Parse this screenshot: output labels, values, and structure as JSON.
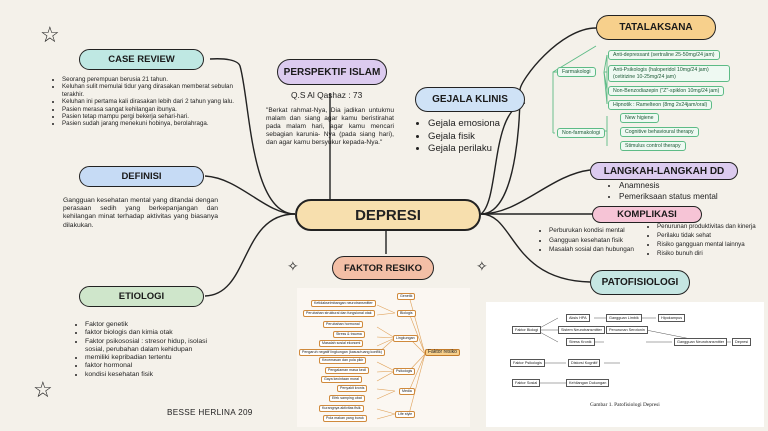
{
  "center": "DEPRESI",
  "case_review": {
    "title": "CASE REVIEW",
    "items": [
      "Seorang perempuan berusia 21 tahun.",
      "Keluhan sulit memulai tidur yang dirasakan memberat sebulan terakhir.",
      "Keluhan ini pertama kali dirasakan lebih dari 2 tahun yang lalu.",
      "Pasien merasa sangat kehilangan ibunya.",
      "Pasien tetap mampu pergi bekerja sehari-hari.",
      "Pasien sudah jarang menekuni hobinya, berolahraga."
    ]
  },
  "definisi": {
    "title": "DEFINISI",
    "text": "Gangguan kesehatan mental yang ditandai dengan perasaan sedih yang berkepanjangan dan kehilangan minat terhadap aktivitas yang biasanya dilakukan."
  },
  "etiologi": {
    "title": "ETIOLOGI",
    "items": [
      "Faktor genetik",
      "faktor biologis dan kimia otak",
      "Faktor psikososial : stresor hidup, isolasi sosial, perubahan dalam kehidupan",
      "memiliki kepribadian tertentu",
      "faktor hormonal",
      "kondisi kesehatan fisik"
    ]
  },
  "author": "BESSE HERLINA 209",
  "perspektif": {
    "title": "PERSPEKTIF ISLAM",
    "ref": "Q.S Al Qashaz : 73",
    "text": "\"Berkat rahmat-Nya, Dia jadikan untukmu malam dan siang agar kamu beristirahat pada malam hari, agar kamu mencari sebagian karunia- Nya (pada siang hari), dan agar kamu bersyukur kepada-Nya.\""
  },
  "faktor_resiko": {
    "title": "FAKTOR RESIKO",
    "main": "Faktor resiko",
    "groups": [
      "Genetik",
      "Biologis",
      "Lingkungan",
      "Psikologis",
      "Media",
      "Life style"
    ],
    "leaves": [
      "Ketidakseimbangan neurotransmitter",
      "Perubahan struktural dan fungsional otak",
      "Perubahan hormonal",
      "Stress & trauma",
      "Masalah sosial ekonomi",
      "Pengaruh negatif lingkungan (kasus/ruang konflik)",
      "Kecemasan dan pola pikir",
      "Pengalaman masa kecil",
      "Gaya kecintaan moral",
      "Penyakit kronis",
      "Efek samping obat",
      "Kurangnya aktivitas fisik",
      "Pola makan yang buruk"
    ]
  },
  "gejala": {
    "title": "GEJALA KLINIS",
    "items": [
      "Gejala emosiona",
      "Gejala fisik",
      "Gejala perilaku"
    ]
  },
  "tatalaksana": {
    "title": "TATALAKSANA",
    "farmakologi": "Farmakologi",
    "non_farmakologi": "Non-farmakologi",
    "farm_items": [
      "Anti-depressant (sertraline 25-50mg/24 jam)",
      "Anti-Psikologis (haloperidol 10mg/24 jam) (cetirizine 10-25mg/24 jam)",
      "Non-Benzodiazepin (\"Z\"-spiklon 10mg/24 jam)",
      "Hipnotik : Ramelteon (8mg 2x24jam/oral)"
    ],
    "nonfarm_items": [
      "New higiene",
      "Cognitive behavioural therapy",
      "Stimulus control therapy"
    ]
  },
  "langkah": {
    "title": "LANGKAH-LANGKAH DD",
    "items": [
      "Anamnesis",
      "Pemeriksaan status mental"
    ]
  },
  "komplikasi": {
    "title": "KOMPLIKASI",
    "left_items": [
      "Perburukan kondisi mental",
      "Gangguan kesehatan fisik",
      "Masalah sosial dan hubungan"
    ],
    "right_items": [
      "Penurunan produktivitas dan kinerja",
      "Perilaku tidak sehat",
      "Risiko gangguan mental lainnya",
      "Risiko bunuh diri"
    ]
  },
  "patofisiologi": {
    "title": "PATOFISIOLOGI",
    "caption": "Gambar 1. Patofisiologi Depresi",
    "factors": [
      "Faktor Biologi",
      "Faktor Psikologis",
      "Faktor Sosial"
    ],
    "nodes": [
      "Aksis HPA",
      "Gangguan Limbik",
      "Sistem Neurotransmitter",
      "Stress Kronik",
      "Distorsi Kognitif",
      "Kehilangan Dukungan",
      "Hipokampus",
      "Penurunan Serotonin",
      "Gangguan Neurotransmitter",
      "Depresi"
    ]
  },
  "colors": {
    "bg": "#f4f1ea",
    "case_review": "#bfe8e3",
    "definisi": "#c6dbf5",
    "etiologi": "#cfe6cb",
    "perspektif": "#dccbef",
    "faktor": "#f3bfa6",
    "gejala": "#cfe2f6",
    "tatalaksana": "#f7d08c",
    "langkah": "#dccbef",
    "komplikasi": "#f6c4d6",
    "patofisiologi": "#c5e6e2",
    "center": "#f7dfae"
  },
  "icons": [
    "star-icon",
    "diamond-sparkle-icon"
  ]
}
